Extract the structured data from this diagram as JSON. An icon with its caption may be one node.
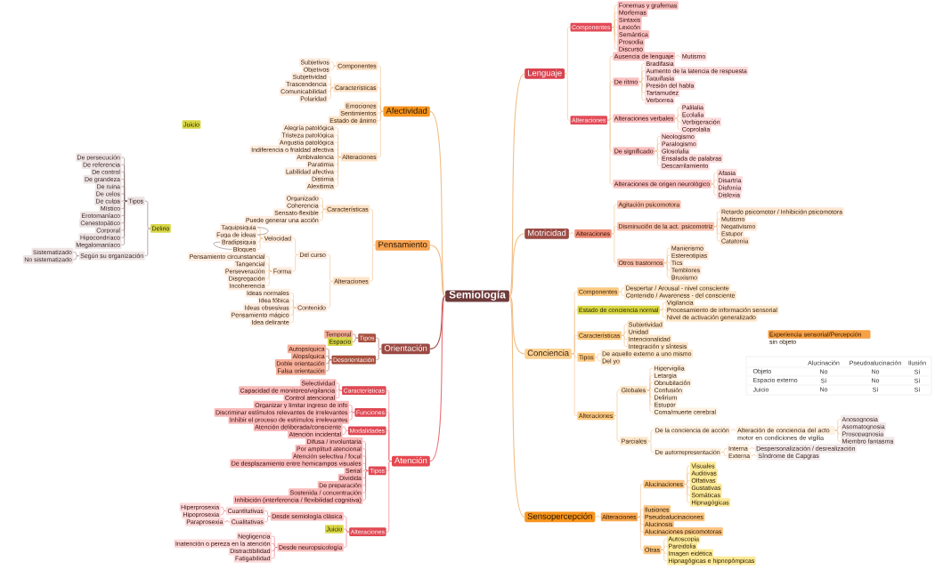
{
  "diagram": {
    "nodes": [
      {
        "text": [
          "Semiología"
        ]
      },
      {
        "text": [
          "Lenguaje"
        ]
      },
      {
        "text": [
          "Componentes"
        ]
      },
      {
        "text": [
          "Fonemas y grafemas"
        ]
      },
      {
        "text": [
          "Morfemas"
        ]
      },
      {
        "text": [
          "Sintaxis"
        ]
      },
      {
        "text": [
          "Lexicón"
        ]
      },
      {
        "text": [
          "Semántica"
        ]
      },
      {
        "text": [
          "Prosodia"
        ]
      },
      {
        "text": [
          "Discurso"
        ]
      },
      {
        "text": [
          "Alteraciones"
        ]
      },
      {
        "text": [
          "Ausencia de lenguaje"
        ]
      },
      {
        "text": [
          "Mutismo"
        ]
      },
      {
        "text": [
          "De ritmo"
        ]
      },
      {
        "text": [
          "Bradifasia"
        ]
      },
      {
        "text": [
          "Aumento de la latencia de respuesta"
        ]
      },
      {
        "text": [
          "Taquifasia"
        ]
      },
      {
        "text": [
          "Presión del habla"
        ]
      },
      {
        "text": [
          "Tartamudez"
        ]
      },
      {
        "text": [
          "Verborrea"
        ]
      },
      {
        "text": [
          "Alteraciones verbales"
        ]
      },
      {
        "text": [
          "Palilalia"
        ]
      },
      {
        "text": [
          "Ecolalia"
        ]
      },
      {
        "text": [
          "Verbigeración"
        ]
      },
      {
        "text": [
          "Coprolalia"
        ]
      },
      {
        "text": [
          "De significado"
        ]
      },
      {
        "text": [
          "Neologismo"
        ]
      },
      {
        "text": [
          "Paralogismo"
        ]
      },
      {
        "text": [
          "Glosolalia"
        ]
      },
      {
        "text": [
          "Ensalada de palabras"
        ]
      },
      {
        "text": [
          "Descarrilamiento"
        ]
      },
      {
        "text": [
          "Alteraciones de origen neurológico"
        ]
      },
      {
        "text": [
          "Afasia"
        ]
      },
      {
        "text": [
          "Disartria"
        ]
      },
      {
        "text": [
          "Disfonía"
        ]
      },
      {
        "text": [
          "Dislexia"
        ]
      },
      {
        "text": [
          "Motricidad"
        ]
      },
      {
        "text": [
          "Alteraciones"
        ]
      },
      {
        "text": [
          "Agitación psicomotora"
        ]
      },
      {
        "text": [
          "Disminución de la act. psicomotriz"
        ]
      },
      {
        "text": [
          "Retardo psicomotor / Inhibición psicomotora"
        ]
      },
      {
        "text": [
          "Mutismo"
        ]
      },
      {
        "text": [
          "Negativismo"
        ]
      },
      {
        "text": [
          "Estupor"
        ]
      },
      {
        "text": [
          "Catatonía"
        ]
      },
      {
        "text": [
          "Otros trastornos"
        ]
      },
      {
        "text": [
          "Manierismo"
        ]
      },
      {
        "text": [
          "Estereotipias"
        ]
      },
      {
        "text": [
          "Tics"
        ]
      },
      {
        "text": [
          "Temblores"
        ]
      },
      {
        "text": [
          "Bruxismo"
        ]
      },
      {
        "text": [
          "Conciencia"
        ]
      },
      {
        "text": [
          "Componentes"
        ]
      },
      {
        "text": [
          "Despertar / Arousal - nivel consciente"
        ]
      },
      {
        "text": [
          "Contenido / Awareness - del consciente"
        ]
      },
      {
        "text": [
          "Estado de conciencia normal"
        ]
      },
      {
        "text": [
          "Vigilancia"
        ]
      },
      {
        "text": [
          "Procesamiento de información sensorial"
        ]
      },
      {
        "text": [
          "Nivel de activación generalizado"
        ]
      },
      {
        "text": [
          "Características"
        ]
      },
      {
        "text": [
          "Subjetividad"
        ]
      },
      {
        "text": [
          "Unidad"
        ]
      },
      {
        "text": [
          "Intencionalidad"
        ]
      },
      {
        "text": [
          "Integración y síntesis"
        ]
      },
      {
        "text": [
          "Tipos"
        ]
      },
      {
        "text": [
          "De aquello externo a uno mismo"
        ]
      },
      {
        "text": [
          "Del yo"
        ]
      },
      {
        "text": [
          "Alteraciones"
        ]
      },
      {
        "text": [
          "Globales"
        ]
      },
      {
        "text": [
          "Hipervigilia"
        ]
      },
      {
        "text": [
          "Letargia"
        ]
      },
      {
        "text": [
          "Obnubilación"
        ]
      },
      {
        "text": [
          "Confusión"
        ]
      },
      {
        "text": [
          "Delirium"
        ]
      },
      {
        "text": [
          "Estupor"
        ]
      },
      {
        "text": [
          "Coma/muerte cerebral"
        ]
      },
      {
        "text": [
          "Parciales"
        ]
      },
      {
        "text": [
          "De la conciencia de acción"
        ]
      },
      {
        "text": [
          "Alteración de conciencia del acto motor en condiciones de vigilia"
        ]
      },
      {
        "text": [
          "Anosognosia"
        ]
      },
      {
        "text": [
          "Asomatognosia"
        ]
      },
      {
        "text": [
          "Prosopagnosia"
        ]
      },
      {
        "text": [
          "Miembro fantasma"
        ]
      },
      {
        "text": [
          "De autorrepresentación"
        ]
      },
      {
        "text": [
          "Interna"
        ]
      },
      {
        "text": [
          "Despersonalización / desrealización"
        ]
      },
      {
        "text": [
          "Externa"
        ]
      },
      {
        "text": [
          "Síndrome de Capgras"
        ]
      },
      {
        "text": [
          "Sensopercepción"
        ]
      },
      {
        "text": [
          "Alteraciones"
        ]
      },
      {
        "text": [
          "Alucinaciones"
        ]
      },
      {
        "text": [
          "Visuales"
        ]
      },
      {
        "text": [
          "Auditivas"
        ]
      },
      {
        "text": [
          "Olfativas"
        ]
      },
      {
        "text": [
          "Gustativas"
        ]
      },
      {
        "text": [
          "Somáticas"
        ]
      },
      {
        "text": [
          "Hipnagógicas"
        ]
      },
      {
        "text": [
          "Ilusiones"
        ]
      },
      {
        "text": [
          "Pseudoalucinaciones"
        ]
      },
      {
        "text": [
          "Alucinosis"
        ]
      },
      {
        "text": [
          "Alucinaciones psicomotoras"
        ]
      },
      {
        "text": [
          "Otras"
        ]
      },
      {
        "text": [
          "Autoscopia"
        ]
      },
      {
        "text": [
          "Pareidolia"
        ]
      },
      {
        "text": [
          "Imagen eidética"
        ]
      },
      {
        "text": [
          "Hipnagógicas e hipnopómpicas"
        ]
      },
      {
        "text": [
          "Experiencia sensorial/Percepción sin objeto"
        ]
      },
      {
        "text": [
          "Afectividad"
        ]
      },
      {
        "text": [
          "Componentes"
        ]
      },
      {
        "text": [
          "Subjetivos"
        ]
      },
      {
        "text": [
          "Objetivos"
        ]
      },
      {
        "text": [
          "Características"
        ]
      },
      {
        "text": [
          "Subjetividad"
        ]
      },
      {
        "text": [
          "Trascendencia"
        ]
      },
      {
        "text": [
          "Comunicabilidad"
        ]
      },
      {
        "text": [
          "Polaridad"
        ]
      },
      {
        "text": [
          "Emociones"
        ]
      },
      {
        "text": [
          "Sentimientos"
        ]
      },
      {
        "text": [
          "Estado de ánimo"
        ]
      },
      {
        "text": [
          "Alteraciones"
        ]
      },
      {
        "text": [
          "Alegría patológica"
        ]
      },
      {
        "text": [
          "Tristeza patológica"
        ]
      },
      {
        "text": [
          "Angustia patológica"
        ]
      },
      {
        "text": [
          "Indiferencia o frialdad afectiva"
        ]
      },
      {
        "text": [
          "Ambivalencia"
        ]
      },
      {
        "text": [
          "Paratimia"
        ]
      },
      {
        "text": [
          "Labilidad afectiva"
        ]
      },
      {
        "text": [
          "Distimia"
        ]
      },
      {
        "text": [
          "Alexitimia"
        ]
      },
      {
        "text": [
          "Juicio"
        ]
      },
      {
        "text": [
          "Pensamiento"
        ]
      },
      {
        "text": [
          "Características"
        ]
      },
      {
        "text": [
          "Organizado"
        ]
      },
      {
        "text": [
          "Coherencia"
        ]
      },
      {
        "text": [
          "Sensato-flexible"
        ]
      },
      {
        "text": [
          "Puede generar una acción"
        ]
      },
      {
        "text": [
          "Alteraciones"
        ]
      },
      {
        "text": [
          "Del curso"
        ]
      },
      {
        "text": [
          "Velocidad"
        ]
      },
      {
        "text": [
          "Taquipsiquia"
        ]
      },
      {
        "text": [
          "Fuga de ideas"
        ]
      },
      {
        "text": [
          "Bradipsiquia"
        ]
      },
      {
        "text": [
          "Bloqueo"
        ]
      },
      {
        "text": [
          "Forma"
        ]
      },
      {
        "text": [
          "Pensamiento circunstancial"
        ]
      },
      {
        "text": [
          "Tangencial"
        ]
      },
      {
        "text": [
          "Perseveración"
        ]
      },
      {
        "text": [
          "Disgregación"
        ]
      },
      {
        "text": [
          "Incoherencia"
        ]
      },
      {
        "text": [
          "Contenido"
        ]
      },
      {
        "text": [
          "Ideas normales"
        ]
      },
      {
        "text": [
          "Idea fóbica"
        ]
      },
      {
        "text": [
          "Ideas obsesivas"
        ]
      },
      {
        "text": [
          "Pensamiento mágico"
        ]
      },
      {
        "text": [
          "Idea delirante"
        ]
      },
      {
        "text": [
          "Delirio"
        ]
      },
      {
        "text": [
          "Tipos"
        ]
      },
      {
        "text": [
          "De persecución"
        ]
      },
      {
        "text": [
          "De referencia"
        ]
      },
      {
        "text": [
          "De control"
        ]
      },
      {
        "text": [
          "De grandeza"
        ]
      },
      {
        "text": [
          "De ruina"
        ]
      },
      {
        "text": [
          "De celos"
        ]
      },
      {
        "text": [
          "De culpa"
        ]
      },
      {
        "text": [
          "Místico"
        ]
      },
      {
        "text": [
          "Erotomaníaco"
        ]
      },
      {
        "text": [
          "Cenestopático"
        ]
      },
      {
        "text": [
          "Corporal"
        ]
      },
      {
        "text": [
          "Hipocondríaco"
        ]
      },
      {
        "text": [
          "Megalomaníaco"
        ]
      },
      {
        "text": [
          "Según su organización"
        ]
      },
      {
        "text": [
          "Sistematizado"
        ]
      },
      {
        "text": [
          "No sistematizado"
        ]
      },
      {
        "text": [
          "Orientación"
        ]
      },
      {
        "text": [
          "Tipos"
        ]
      },
      {
        "text": [
          "Temporal"
        ]
      },
      {
        "text": [
          "Espacio"
        ]
      },
      {
        "text": [
          "Desorientación"
        ]
      },
      {
        "text": [
          "Autopsíquica"
        ]
      },
      {
        "text": [
          "Alopsíquica"
        ]
      },
      {
        "text": [
          "Doble orientación"
        ]
      },
      {
        "text": [
          "Falsa orientación"
        ]
      },
      {
        "text": [
          "Atención"
        ]
      },
      {
        "text": [
          "Características"
        ]
      },
      {
        "text": [
          "Selectividad"
        ]
      },
      {
        "text": [
          "Capacidad de monitoreo/vigilancia"
        ]
      },
      {
        "text": [
          "Control atencional"
        ]
      },
      {
        "text": [
          "Funciones"
        ]
      },
      {
        "text": [
          "Organizar y limitar ingreso de info"
        ]
      },
      {
        "text": [
          "Discriminar estímulos relevantes de irrelevantes"
        ]
      },
      {
        "text": [
          "Inhibir el proceso de estímulos irrelevantes"
        ]
      },
      {
        "text": [
          "Modalidades"
        ]
      },
      {
        "text": [
          "Atención deliberada/consciente"
        ]
      },
      {
        "text": [
          "Atención incidental"
        ]
      },
      {
        "text": [
          "Tipos"
        ]
      },
      {
        "text": [
          "Difusa / involuntaria"
        ]
      },
      {
        "text": [
          "Por amplitud atencional"
        ]
      },
      {
        "text": [
          "Atención selectiva / focal"
        ]
      },
      {
        "text": [
          "De desplazamiento entre hemicampos visuales"
        ]
      },
      {
        "text": [
          "Serial"
        ]
      },
      {
        "text": [
          "Dividida"
        ]
      },
      {
        "text": [
          "De preparación"
        ]
      },
      {
        "text": [
          "Sostenida / concentración"
        ]
      },
      {
        "text": [
          "Inhibición (interferencia / flexibilidad cognitiva)"
        ]
      },
      {
        "text": [
          "Alteraciones"
        ]
      },
      {
        "text": [
          "Desde semiología clásica"
        ]
      },
      {
        "text": [
          "Cuantitativas"
        ]
      },
      {
        "text": [
          "Hiperprosexia"
        ]
      },
      {
        "text": [
          "Hipoprosexia"
        ]
      },
      {
        "text": [
          "Cualitativas"
        ]
      },
      {
        "text": [
          "Paraprosexia"
        ]
      },
      {
        "text": [
          "Juicio"
        ]
      },
      {
        "text": [
          "Desde neuropsicología"
        ]
      },
      {
        "text": [
          "Negligencia"
        ]
      },
      {
        "text": [
          "Inatención o pereza en la atención"
        ]
      },
      {
        "text": [
          "Distractibilidad"
        ]
      },
      {
        "text": [
          "Fatigabilidad"
        ]
      }
    ],
    "edges": [
      {
        "from": 0,
        "to": 1,
        "arrow": "none"
      },
      {
        "from": 1,
        "to": 2,
        "arrow": "none"
      },
      {
        "from": 2,
        "to": 3,
        "arrow": "none"
      },
      {
        "from": 2,
        "to": 4,
        "arrow": "none"
      },
      {
        "from": 2,
        "to": 5,
        "arrow": "none"
      },
      {
        "from": 2,
        "to": 6,
        "arrow": "none"
      },
      {
        "from": 2,
        "to": 7,
        "arrow": "none"
      },
      {
        "from": 2,
        "to": 8,
        "arrow": "none"
      },
      {
        "from": 2,
        "to": 9,
        "arrow": "none"
      },
      {
        "from": 1,
        "to": 10,
        "arrow": "none"
      },
      {
        "from": 10,
        "to": 11,
        "arrow": "none"
      },
      {
        "from": 11,
        "to": 12,
        "arrow": "none"
      },
      {
        "from": 10,
        "to": 13,
        "arrow": "none"
      },
      {
        "from": 13,
        "to": 14,
        "arrow": "none"
      },
      {
        "from": 13,
        "to": 15,
        "arrow": "none"
      },
      {
        "from": 13,
        "to": 16,
        "arrow": "none"
      },
      {
        "from": 13,
        "to": 17,
        "arrow": "none"
      },
      {
        "from": 13,
        "to": 18,
        "arrow": "none"
      },
      {
        "from": 13,
        "to": 19,
        "arrow": "none"
      },
      {
        "from": 10,
        "to": 20,
        "arrow": "none"
      },
      {
        "from": 20,
        "to": 21,
        "arrow": "none"
      },
      {
        "from": 20,
        "to": 22,
        "arrow": "none"
      },
      {
        "from": 20,
        "to": 23,
        "arrow": "none"
      },
      {
        "from": 20,
        "to": 24,
        "arrow": "none"
      },
      {
        "from": 10,
        "to": 25,
        "arrow": "none"
      },
      {
        "from": 25,
        "to": 26,
        "arrow": "none"
      },
      {
        "from": 25,
        "to": 27,
        "arrow": "none"
      },
      {
        "from": 25,
        "to": 28,
        "arrow": "none"
      },
      {
        "from": 25,
        "to": 29,
        "arrow": "none"
      },
      {
        "from": 25,
        "to": 30,
        "arrow": "none"
      },
      {
        "from": 10,
        "to": 31,
        "arrow": "none"
      },
      {
        "from": 31,
        "to": 32,
        "arrow": "none"
      },
      {
        "from": 31,
        "to": 33,
        "arrow": "none"
      },
      {
        "from": 31,
        "to": 34,
        "arrow": "none"
      },
      {
        "from": 31,
        "to": 35,
        "arrow": "none"
      },
      {
        "from": 0,
        "to": 36,
        "arrow": "none"
      },
      {
        "from": 36,
        "to": 37,
        "arrow": "none"
      },
      {
        "from": 37,
        "to": 38,
        "arrow": "none"
      },
      {
        "from": 37,
        "to": 39,
        "arrow": "none"
      },
      {
        "from": 39,
        "to": 40,
        "arrow": "none"
      },
      {
        "from": 39,
        "to": 41,
        "arrow": "none"
      },
      {
        "from": 39,
        "to": 42,
        "arrow": "none"
      },
      {
        "from": 39,
        "to": 43,
        "arrow": "none"
      },
      {
        "from": 39,
        "to": 44,
        "arrow": "none"
      },
      {
        "from": 37,
        "to": 45,
        "arrow": "none"
      },
      {
        "from": 45,
        "to": 46,
        "arrow": "none"
      },
      {
        "from": 45,
        "to": 47,
        "arrow": "none"
      },
      {
        "from": 45,
        "to": 48,
        "arrow": "none"
      },
      {
        "from": 45,
        "to": 49,
        "arrow": "none"
      },
      {
        "from": 45,
        "to": 50,
        "arrow": "none"
      },
      {
        "from": 0,
        "to": 51,
        "arrow": "none"
      },
      {
        "from": 51,
        "to": 52,
        "arrow": "none"
      },
      {
        "from": 52,
        "to": 53,
        "arrow": "none"
      },
      {
        "from": 52,
        "to": 54,
        "arrow": "none"
      },
      {
        "from": 51,
        "to": 55,
        "arrow": "none"
      },
      {
        "from": 55,
        "to": 56,
        "arrow": "none"
      },
      {
        "from": 55,
        "to": 57,
        "arrow": "none"
      },
      {
        "from": 55,
        "to": 58,
        "arrow": "none"
      },
      {
        "from": 51,
        "to": 59,
        "arrow": "none"
      },
      {
        "from": 59,
        "to": 60,
        "arrow": "none"
      },
      {
        "from": 59,
        "to": 61,
        "arrow": "none"
      },
      {
        "from": 59,
        "to": 62,
        "arrow": "none"
      },
      {
        "from": 59,
        "to": 63,
        "arrow": "none"
      },
      {
        "from": 51,
        "to": 64,
        "arrow": "none"
      },
      {
        "from": 64,
        "to": 65,
        "arrow": "none"
      },
      {
        "from": 64,
        "to": 66,
        "arrow": "none"
      },
      {
        "from": 51,
        "to": 67,
        "arrow": "none"
      },
      {
        "from": 67,
        "to": 68,
        "arrow": "none"
      },
      {
        "from": 68,
        "to": 69,
        "arrow": "none"
      },
      {
        "from": 68,
        "to": 70,
        "arrow": "none"
      },
      {
        "from": 68,
        "to": 71,
        "arrow": "none"
      },
      {
        "from": 68,
        "to": 72,
        "arrow": "none"
      },
      {
        "from": 68,
        "to": 73,
        "arrow": "none"
      },
      {
        "from": 68,
        "to": 74,
        "arrow": "none"
      },
      {
        "from": 68,
        "to": 75,
        "arrow": "none"
      },
      {
        "from": 67,
        "to": 76,
        "arrow": "none"
      },
      {
        "from": 76,
        "to": 77,
        "arrow": "none"
      },
      {
        "from": 77,
        "to": 78,
        "arrow": "none"
      },
      {
        "from": 78,
        "to": 79,
        "arrow": "none"
      },
      {
        "from": 78,
        "to": 80,
        "arrow": "none"
      },
      {
        "from": 78,
        "to": 81,
        "arrow": "none"
      },
      {
        "from": 78,
        "to": 82,
        "arrow": "none"
      },
      {
        "from": 76,
        "to": 83,
        "arrow": "none"
      },
      {
        "from": 83,
        "to": 84,
        "arrow": "none"
      },
      {
        "from": 84,
        "to": 85,
        "arrow": "none"
      },
      {
        "from": 83,
        "to": 86,
        "arrow": "none"
      },
      {
        "from": 86,
        "to": 87,
        "arrow": "none"
      },
      {
        "from": 0,
        "to": 88,
        "arrow": "none"
      },
      {
        "from": 88,
        "to": 89,
        "arrow": "none"
      },
      {
        "from": 89,
        "to": 90,
        "arrow": "none"
      },
      {
        "from": 90,
        "to": 91,
        "arrow": "none"
      },
      {
        "from": 90,
        "to": 92,
        "arrow": "none"
      },
      {
        "from": 90,
        "to": 93,
        "arrow": "none"
      },
      {
        "from": 90,
        "to": 94,
        "arrow": "none"
      },
      {
        "from": 90,
        "to": 95,
        "arrow": "none"
      },
      {
        "from": 90,
        "to": 96,
        "arrow": "none"
      },
      {
        "from": 89,
        "to": 97,
        "arrow": "none"
      },
      {
        "from": 89,
        "to": 98,
        "arrow": "none"
      },
      {
        "from": 89,
        "to": 99,
        "arrow": "none"
      },
      {
        "from": 89,
        "to": 100,
        "arrow": "none"
      },
      {
        "from": 89,
        "to": 101,
        "arrow": "none"
      },
      {
        "from": 101,
        "to": 102,
        "arrow": "none"
      },
      {
        "from": 101,
        "to": 103,
        "arrow": "none"
      },
      {
        "from": 101,
        "to": 104,
        "arrow": "none"
      },
      {
        "from": 101,
        "to": 105,
        "arrow": "none"
      },
      {
        "from": 0,
        "to": 107,
        "arrow": "none"
      },
      {
        "from": 107,
        "to": 108,
        "arrow": "none"
      },
      {
        "from": 108,
        "to": 109,
        "arrow": "none"
      },
      {
        "from": 108,
        "to": 110,
        "arrow": "none"
      },
      {
        "from": 107,
        "to": 111,
        "arrow": "none"
      },
      {
        "from": 111,
        "to": 112,
        "arrow": "none"
      },
      {
        "from": 111,
        "to": 113,
        "arrow": "none"
      },
      {
        "from": 111,
        "to": 114,
        "arrow": "none"
      },
      {
        "from": 111,
        "to": 115,
        "arrow": "none"
      },
      {
        "from": 107,
        "to": 116,
        "arrow": "none"
      },
      {
        "from": 107,
        "to": 117,
        "arrow": "none"
      },
      {
        "from": 107,
        "to": 118,
        "arrow": "none"
      },
      {
        "from": 107,
        "to": 119,
        "arrow": "none"
      },
      {
        "from": 119,
        "to": 120,
        "arrow": "none"
      },
      {
        "from": 119,
        "to": 121,
        "arrow": "none"
      },
      {
        "from": 119,
        "to": 122,
        "arrow": "none"
      },
      {
        "from": 119,
        "to": 123,
        "arrow": "none"
      },
      {
        "from": 119,
        "to": 124,
        "arrow": "none"
      },
      {
        "from": 119,
        "to": 125,
        "arrow": "none"
      },
      {
        "from": 119,
        "to": 126,
        "arrow": "none"
      },
      {
        "from": 119,
        "to": 127,
        "arrow": "none"
      },
      {
        "from": 119,
        "to": 128,
        "arrow": "none"
      },
      {
        "from": 0,
        "to": 130,
        "arrow": "none"
      },
      {
        "from": 130,
        "to": 131,
        "arrow": "none"
      },
      {
        "from": 131,
        "to": 132,
        "arrow": "none"
      },
      {
        "from": 131,
        "to": 133,
        "arrow": "none"
      },
      {
        "from": 131,
        "to": 134,
        "arrow": "none"
      },
      {
        "from": 131,
        "to": 135,
        "arrow": "none"
      },
      {
        "from": 130,
        "to": 136,
        "arrow": "none"
      },
      {
        "from": 136,
        "to": 137,
        "arrow": "none"
      },
      {
        "from": 137,
        "to": 138,
        "arrow": "none"
      },
      {
        "from": 138,
        "to": 139,
        "arrow": "none"
      },
      {
        "from": 138,
        "to": 140,
        "arrow": "none"
      },
      {
        "from": 138,
        "to": 141,
        "arrow": "none"
      },
      {
        "from": 138,
        "to": 142,
        "arrow": "none"
      },
      {
        "from": 137,
        "to": 143,
        "arrow": "none"
      },
      {
        "from": 143,
        "to": 144,
        "arrow": "none"
      },
      {
        "from": 143,
        "to": 145,
        "arrow": "none"
      },
      {
        "from": 143,
        "to": 146,
        "arrow": "none"
      },
      {
        "from": 143,
        "to": 147,
        "arrow": "none"
      },
      {
        "from": 143,
        "to": 148,
        "arrow": "none"
      },
      {
        "from": 136,
        "to": 149,
        "arrow": "none"
      },
      {
        "from": 149,
        "to": 150,
        "arrow": "none"
      },
      {
        "from": 149,
        "to": 151,
        "arrow": "none"
      },
      {
        "from": 149,
        "to": 152,
        "arrow": "none"
      },
      {
        "from": 149,
        "to": 153,
        "arrow": "none"
      },
      {
        "from": 149,
        "to": 154,
        "arrow": "none"
      },
      {
        "from": 139,
        "to": 140,
        "arrow": "none",
        "color": "#8c6e6e"
      },
      {
        "from": 141,
        "to": 142,
        "arrow": "none",
        "color": "#8c6e6e"
      },
      {
        "from": 155,
        "to": 156,
        "arrow": "none",
        "color": "#8c6e6e"
      },
      {
        "from": 156,
        "to": 157,
        "arrow": "none",
        "color": "#8c6e6e"
      },
      {
        "from": 156,
        "to": 158,
        "arrow": "none",
        "color": "#8c6e6e"
      },
      {
        "from": 156,
        "to": 159,
        "arrow": "none",
        "color": "#8c6e6e"
      },
      {
        "from": 156,
        "to": 160,
        "arrow": "none",
        "color": "#8c6e6e"
      },
      {
        "from": 156,
        "to": 161,
        "arrow": "none",
        "color": "#8c6e6e"
      },
      {
        "from": 156,
        "to": 162,
        "arrow": "none",
        "color": "#8c6e6e"
      },
      {
        "from": 156,
        "to": 163,
        "arrow": "none",
        "color": "#8c6e6e"
      },
      {
        "from": 156,
        "to": 164,
        "arrow": "none",
        "color": "#8c6e6e"
      },
      {
        "from": 156,
        "to": 165,
        "arrow": "none",
        "color": "#8c6e6e"
      },
      {
        "from": 156,
        "to": 166,
        "arrow": "none",
        "color": "#8c6e6e"
      },
      {
        "from": 156,
        "to": 167,
        "arrow": "none",
        "color": "#8c6e6e"
      },
      {
        "from": 156,
        "to": 168,
        "arrow": "none",
        "color": "#8c6e6e"
      },
      {
        "from": 156,
        "to": 169,
        "arrow": "none",
        "color": "#8c6e6e"
      },
      {
        "from": 155,
        "to": 170,
        "arrow": "none",
        "color": "#8c6e6e"
      },
      {
        "from": 170,
        "to": 171,
        "arrow": "none",
        "color": "#8c6e6e"
      },
      {
        "from": 170,
        "to": 172,
        "arrow": "none",
        "color": "#8c6e6e"
      },
      {
        "from": 0,
        "to": 173,
        "arrow": "none",
        "color": "#a8544a"
      },
      {
        "from": 173,
        "to": 174,
        "arrow": "none",
        "color": "#a8544a"
      },
      {
        "from": 174,
        "to": 175,
        "arrow": "none",
        "color": "#a8544a"
      },
      {
        "from": 174,
        "to": 176,
        "arrow": "none",
        "color": "#a8544a"
      },
      {
        "from": 173,
        "to": 177,
        "arrow": "none",
        "color": "#a8544a"
      },
      {
        "from": 177,
        "to": 178,
        "arrow": "none",
        "color": "#a8544a"
      },
      {
        "from": 177,
        "to": 179,
        "arrow": "none",
        "color": "#a8544a"
      },
      {
        "from": 177,
        "to": 180,
        "arrow": "none",
        "color": "#a8544a"
      },
      {
        "from": 177,
        "to": 181,
        "arrow": "none",
        "color": "#a8544a"
      },
      {
        "from": 0,
        "to": 182,
        "arrow": "none",
        "color": "#ec6f77"
      },
      {
        "from": 182,
        "to": 183,
        "arrow": "none",
        "color": "#ec6f77"
      },
      {
        "from": 183,
        "to": 184,
        "arrow": "none",
        "color": "#ec6f77"
      },
      {
        "from": 183,
        "to": 185,
        "arrow": "none",
        "color": "#ec6f77"
      },
      {
        "from": 183,
        "to": 186,
        "arrow": "none",
        "color": "#ec6f77"
      },
      {
        "from": 182,
        "to": 187,
        "arrow": "none",
        "color": "#ec6f77"
      },
      {
        "from": 187,
        "to": 188,
        "arrow": "none",
        "color": "#ec6f77"
      },
      {
        "from": 187,
        "to": 189,
        "arrow": "none",
        "color": "#ec6f77"
      },
      {
        "from": 187,
        "to": 190,
        "arrow": "none",
        "color": "#ec6f77"
      },
      {
        "from": 182,
        "to": 191,
        "arrow": "none",
        "color": "#ec6f77"
      },
      {
        "from": 191,
        "to": 192,
        "arrow": "none",
        "color": "#ec6f77"
      },
      {
        "from": 191,
        "to": 193,
        "arrow": "none",
        "color": "#ec6f77"
      },
      {
        "from": 182,
        "to": 194,
        "arrow": "none",
        "color": "#ec6f77"
      },
      {
        "from": 194,
        "to": 195,
        "arrow": "none",
        "color": "#ec6f77"
      },
      {
        "from": 194,
        "to": 196,
        "arrow": "none",
        "color": "#ec6f77"
      },
      {
        "from": 194,
        "to": 197,
        "arrow": "none",
        "color": "#ec6f77"
      },
      {
        "from": 194,
        "to": 198,
        "arrow": "none",
        "color": "#ec6f77"
      },
      {
        "from": 194,
        "to": 199,
        "arrow": "none",
        "color": "#ec6f77"
      },
      {
        "from": 194,
        "to": 200,
        "arrow": "none",
        "color": "#ec6f77"
      },
      {
        "from": 194,
        "to": 201,
        "arrow": "none",
        "color": "#ec6f77"
      },
      {
        "from": 194,
        "to": 202,
        "arrow": "none",
        "color": "#ec6f77"
      },
      {
        "from": 194,
        "to": 203,
        "arrow": "none",
        "color": "#ec6f77"
      },
      {
        "from": 182,
        "to": 204,
        "arrow": "none",
        "color": "#ec6f77"
      },
      {
        "from": 204,
        "to": 205,
        "arrow": "none",
        "color": "#ec6f77"
      },
      {
        "from": 205,
        "to": 206,
        "arrow": "none",
        "color": "#ec6f77"
      },
      {
        "from": 206,
        "to": 207,
        "arrow": "none",
        "color": "#ec6f77"
      },
      {
        "from": 206,
        "to": 208,
        "arrow": "none",
        "color": "#ec6f77"
      },
      {
        "from": 205,
        "to": 209,
        "arrow": "none",
        "color": "#ec6f77"
      },
      {
        "from": 209,
        "to": 210,
        "arrow": "none",
        "color": "#ec6f77"
      },
      {
        "from": 204,
        "to": 211,
        "arrow": "none",
        "color": "#ec6f77"
      },
      {
        "from": 204,
        "to": 212,
        "arrow": "none",
        "color": "#ec6f77"
      },
      {
        "from": 212,
        "to": 213,
        "arrow": "none",
        "color": "#ec6f77"
      },
      {
        "from": 212,
        "to": 214,
        "arrow": "none",
        "color": "#ec6f77"
      },
      {
        "from": 212,
        "to": 215,
        "arrow": "none",
        "color": "#ec6f77"
      },
      {
        "from": 212,
        "to": 216,
        "arrow": "none",
        "color": "#ec6f77"
      }
    ],
    "labels": [
      "Alucinación",
      "Pseudoalucinación",
      "Ilusión",
      "Objeto",
      "No",
      "No",
      "Sí",
      "Espacio externo",
      "Sí",
      "No",
      "Sí",
      "Juicio",
      "No",
      "Sí",
      "Sí"
    ]
  }
}
